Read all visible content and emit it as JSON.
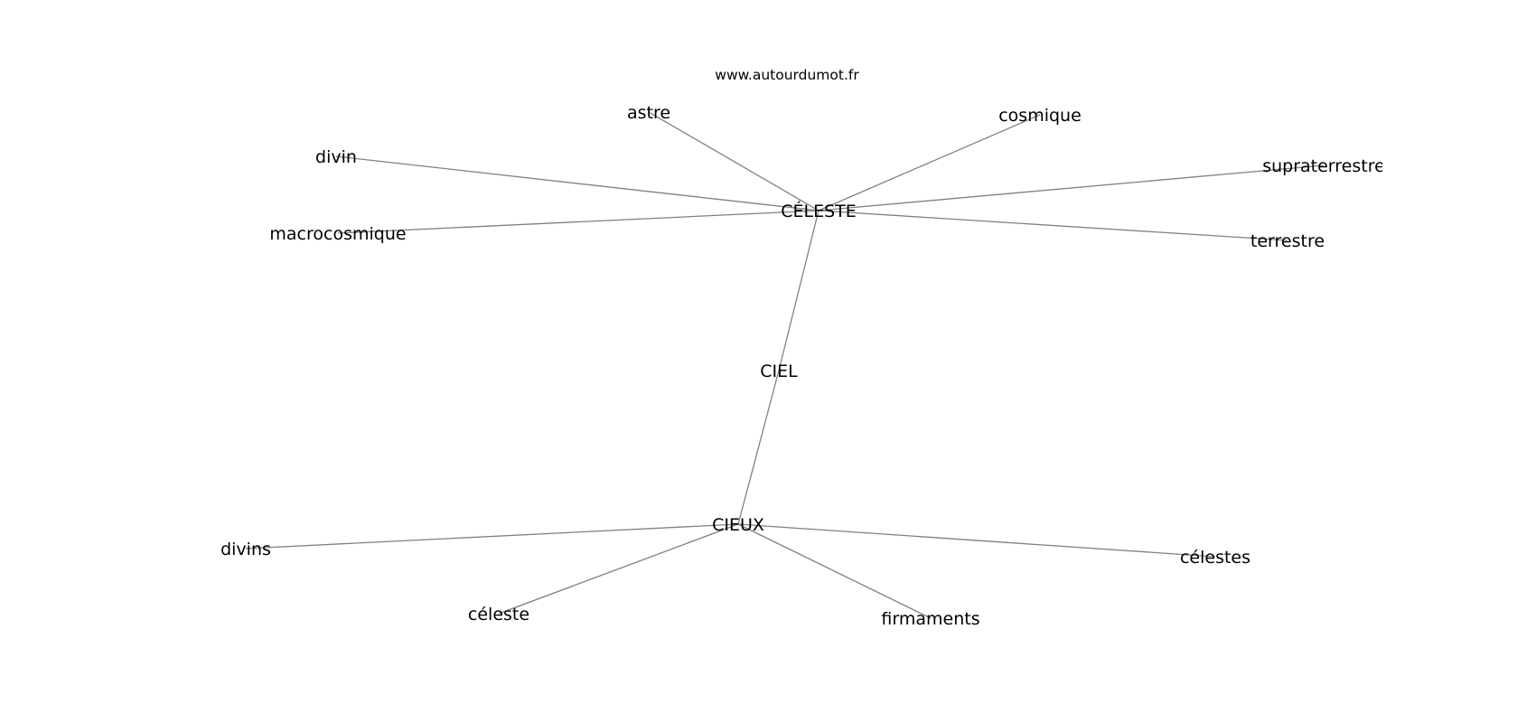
{
  "site": "www.autourdumot.fr",
  "graph": {
    "nodes": [
      {
        "id": "celeste_hub",
        "label": "CÉLESTE"
      },
      {
        "id": "ciel",
        "label": "CIEL"
      },
      {
        "id": "cieux",
        "label": "CIEUX"
      },
      {
        "id": "astre",
        "label": "astre"
      },
      {
        "id": "cosmique",
        "label": "cosmique"
      },
      {
        "id": "divin",
        "label": "divin"
      },
      {
        "id": "supraterrestre",
        "label": "supraterrestre"
      },
      {
        "id": "macrocosmique",
        "label": "macrocosmique"
      },
      {
        "id": "terrestre",
        "label": "terrestre"
      },
      {
        "id": "divins",
        "label": "divins"
      },
      {
        "id": "celestes",
        "label": "célestes"
      },
      {
        "id": "celeste",
        "label": "céleste"
      },
      {
        "id": "firmaments",
        "label": "firmaments"
      }
    ],
    "edges": [
      [
        "celeste_hub",
        "ciel"
      ],
      [
        "ciel",
        "cieux"
      ],
      [
        "celeste_hub",
        "astre"
      ],
      [
        "celeste_hub",
        "cosmique"
      ],
      [
        "celeste_hub",
        "divin"
      ],
      [
        "celeste_hub",
        "supraterrestre"
      ],
      [
        "celeste_hub",
        "macrocosmique"
      ],
      [
        "celeste_hub",
        "terrestre"
      ],
      [
        "cieux",
        "divins"
      ],
      [
        "cieux",
        "celestes"
      ],
      [
        "cieux",
        "celeste"
      ],
      [
        "cieux",
        "firmaments"
      ]
    ]
  }
}
